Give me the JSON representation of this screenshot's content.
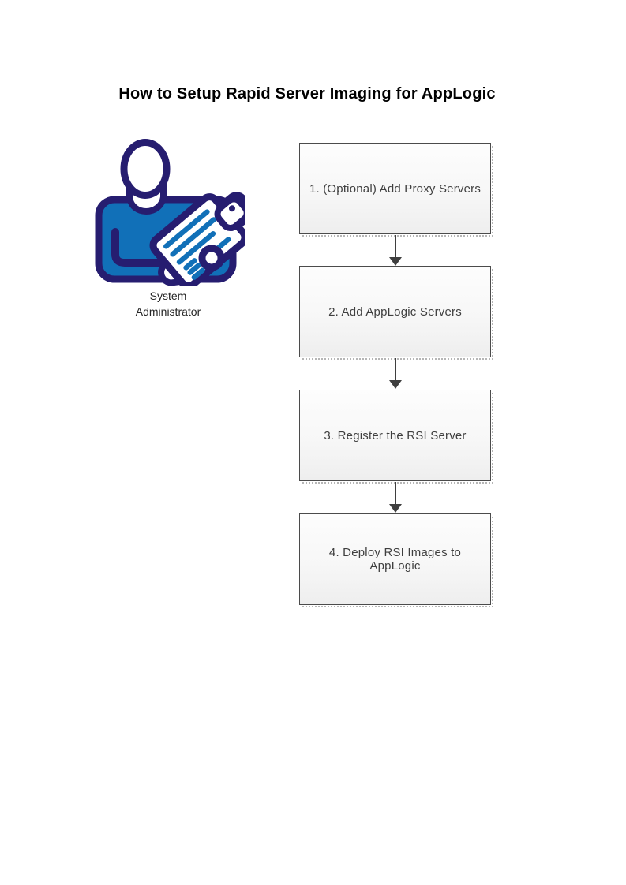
{
  "title": "How to Setup Rapid Server Imaging for AppLogic",
  "actor": {
    "label": "System Administrator",
    "icon": "system-administrator-icon",
    "outline_color": "#261D70",
    "shirt_color": "#1170B8"
  },
  "flow": {
    "steps": [
      "1. (Optional) Add Proxy Servers",
      "2. Add AppLogic Servers",
      "3. Register the RSI Server",
      "4. Deploy RSI Images to AppLogic"
    ],
    "box_border_color": "#4B4B4B",
    "box_text_color": "#3F3F3F",
    "arrow_color": "#3F3F3F"
  }
}
